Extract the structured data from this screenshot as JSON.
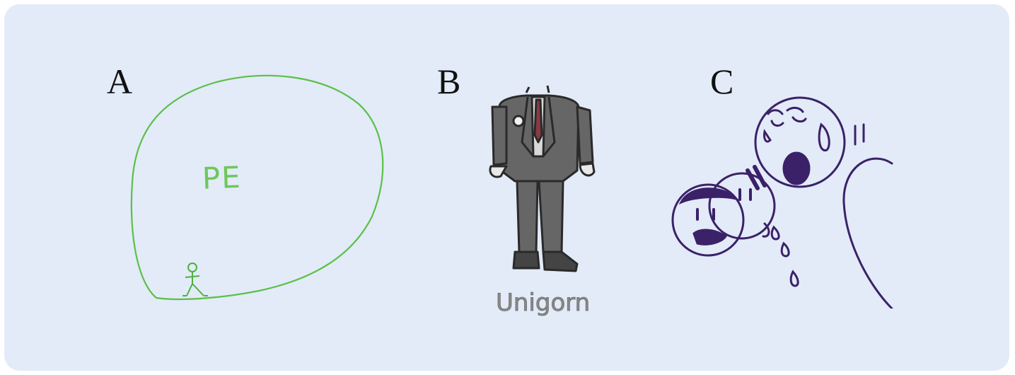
{
  "panels": [
    {
      "letter": "A",
      "drawing_text": "PE",
      "ink_color": "#5cbf4a"
    },
    {
      "letter": "B",
      "drawing_text": "Unigorn",
      "ink_color": "#555555"
    },
    {
      "letter": "C",
      "ink_color": "#3b2168"
    }
  ],
  "colors": {
    "background": "#e2ebf7",
    "label": "#111111"
  }
}
